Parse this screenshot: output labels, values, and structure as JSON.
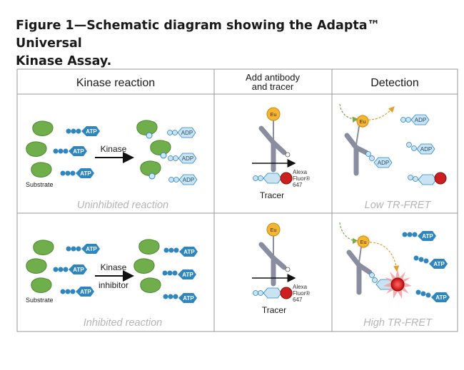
{
  "figure": {
    "title_line1": "Figure 1—Schematic diagram showing the Adapta™ Universal",
    "title_line2": "Kinase Assay."
  },
  "columns": {
    "kinase_reaction": "Kinase reaction",
    "add_antibody_line1": "Add antibody",
    "add_antibody_line2": "and tracer",
    "detection": "Detection"
  },
  "rows": {
    "uninhibited": {
      "caption": "Uninhibited reaction",
      "detection_caption": "Low TR-FRET"
    },
    "inhibited": {
      "caption": "Inhibited reaction",
      "detection_caption": "High TR-FRET"
    }
  },
  "labels": {
    "kinase": "Kinase",
    "kinase_inhibitor_line1": "Kinase",
    "kinase_inhibitor_line2": "inhibitor",
    "substrate": "Substrate",
    "tracer": "Tracer",
    "atp": "ATP",
    "adp": "ADP",
    "eu": "Eu",
    "alexa_line1": "Alexa",
    "alexa_line2": "Fluor®",
    "alexa_line3": "647"
  },
  "colors": {
    "kinase_green": "#6fae4a",
    "atp_blue": "#2e86c1",
    "adp_light": "#c9e3f3",
    "antibody_gray": "#8a8ca0",
    "europium": "#f2b632",
    "alexa_red": "#cc1f1f",
    "grid_line": "#9a9a9a",
    "caption_gray": "#b5b5b5"
  }
}
